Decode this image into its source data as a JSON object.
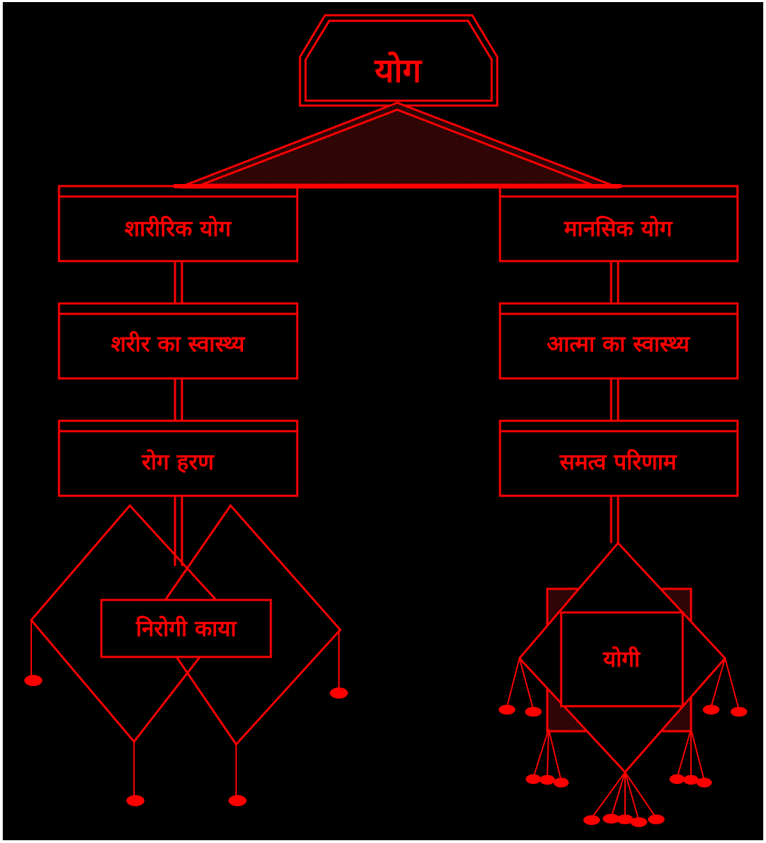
{
  "diagram": {
    "root_label": "योग",
    "left_branch": {
      "title": "शारीरिक योग",
      "step1": "शरीर का स्वास्थ्य",
      "step2": "रोग हरण",
      "result": "निरोगी काया"
    },
    "right_branch": {
      "title": "मानसिक योग",
      "step1": "आत्मा का स्वास्थ्य",
      "step2": "समत्व परिणाम",
      "result": "योगी"
    }
  },
  "colors": {
    "background": "#000000",
    "stroke": "#ff0000",
    "shade": "#3a0a0a"
  }
}
